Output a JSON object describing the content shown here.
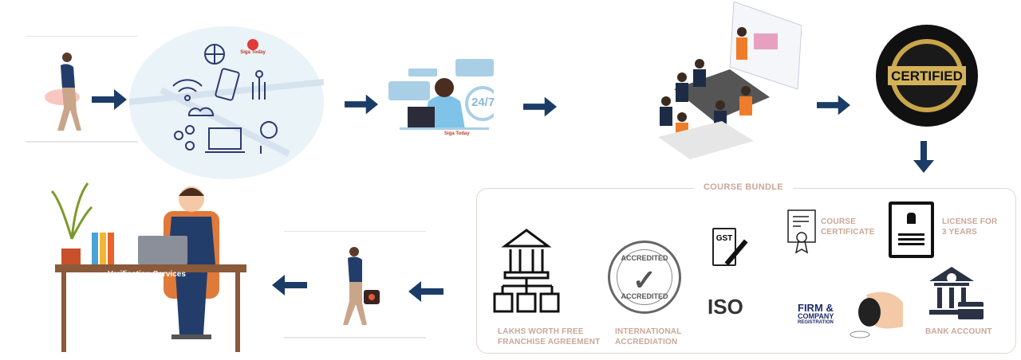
{
  "brand": {
    "logo_text": "Siga Today"
  },
  "steps": {
    "support": {
      "badge": "24/7"
    },
    "certified": {
      "seal_text": "CERTIFIED"
    },
    "verification": {
      "desk_label": "Verification Services"
    }
  },
  "course_bundle": {
    "title": "COURSE BUNDLE",
    "items": [
      {
        "label": "LAKHS WORTH FREE FRANCHISE AGREEMENT",
        "icon": "franchise-building-icon"
      },
      {
        "label": "INTERNATIONAL ACCREDIATION",
        "icon": "accredited-stamp-icon",
        "stamp_text": "ACCREDITED"
      },
      {
        "label": "COURSE CERTIFICATE",
        "icon": "certificate-icon"
      },
      {
        "label": "LICENSE FOR 3 YEARS",
        "icon": "license-icon"
      },
      {
        "label": "BANK ACCOUNT",
        "icon": "bank-icon"
      }
    ],
    "gst": "GST",
    "iso": "ISO",
    "firm": {
      "line1": "FIRM &",
      "line2": "COMPANY",
      "line3": "REGISTRATION"
    }
  },
  "colors": {
    "arrow": "#1b3c66",
    "label": "#c9a797",
    "navy": "#2a3244"
  }
}
